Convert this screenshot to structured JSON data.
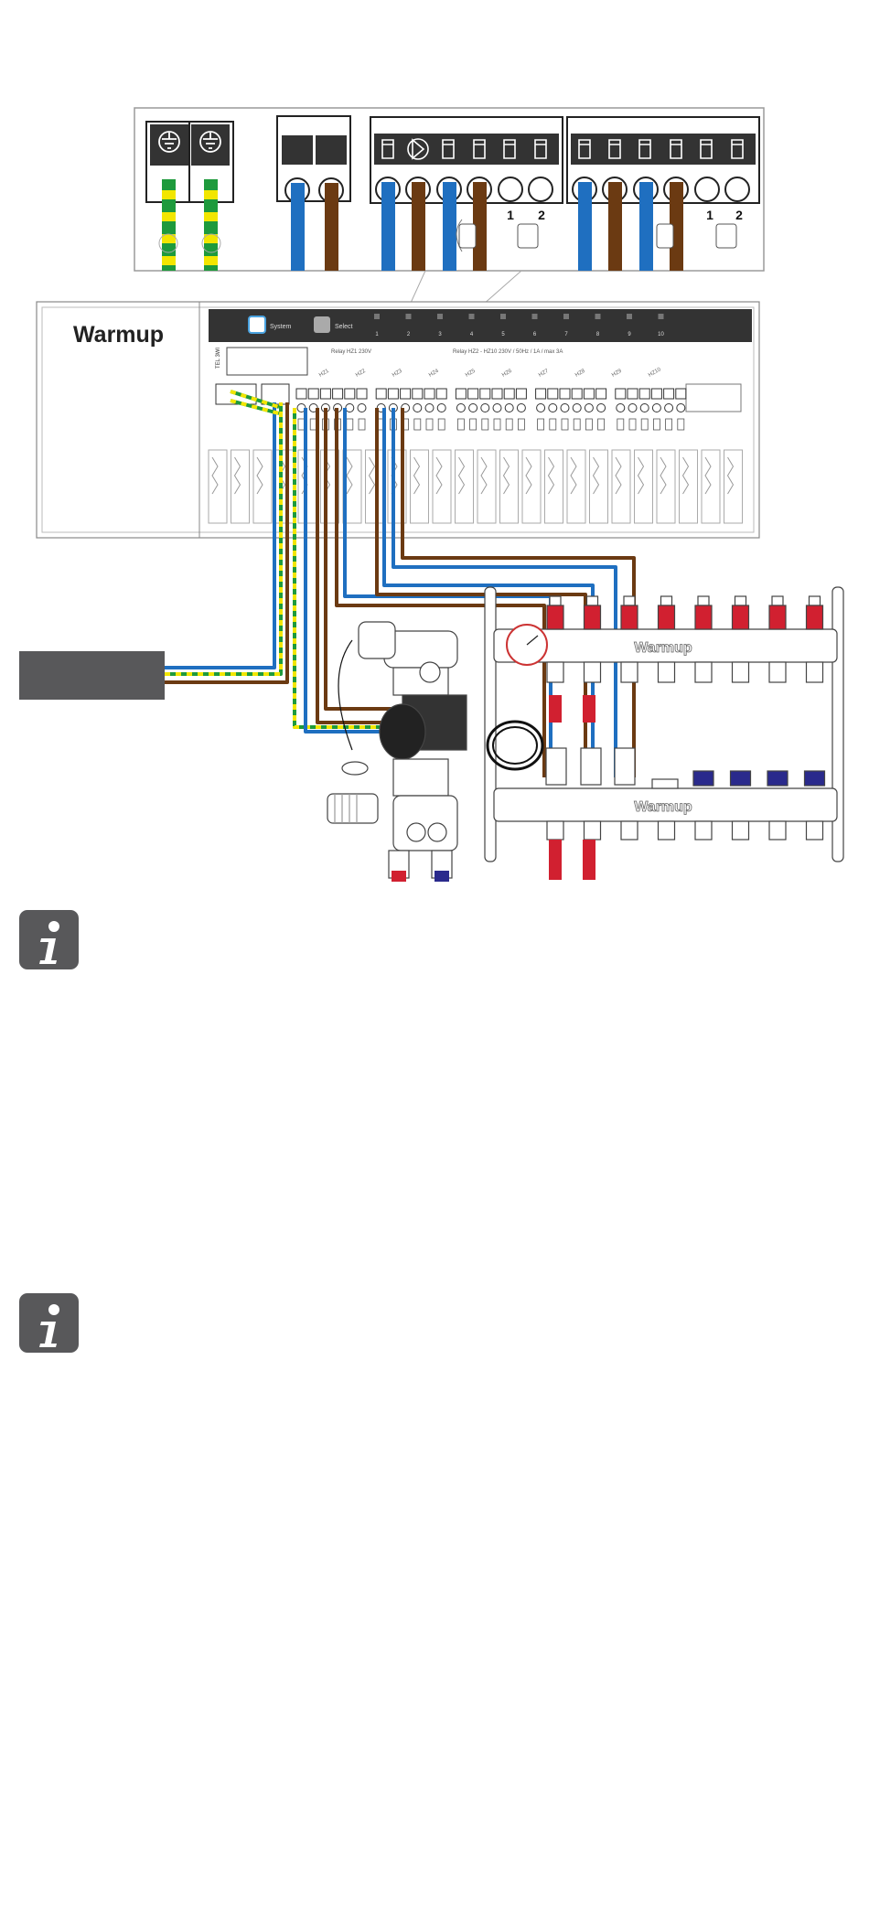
{
  "brand": "Warmup",
  "controller": {
    "buttons": {
      "system": "System",
      "select": "Select"
    },
    "zone_numbers": [
      "1",
      "2",
      "3",
      "4",
      "5",
      "6",
      "7",
      "8",
      "9",
      "10"
    ],
    "relay_hz1": "Relay HZ1 230V",
    "relay_hz2_10": "Relay HZ2 - HZ10  230V / 50Hz / 1A / max 3A",
    "tel_label": "TEL 3Wl",
    "zone_labels": [
      "HZ1",
      "HZ2",
      "HZ3",
      "HZ4",
      "HZ5",
      "HZ6",
      "HZ7",
      "HZ8",
      "HZ9",
      "HZ10"
    ]
  },
  "terminal_detail": {
    "valve_numbers": [
      "1",
      "2",
      "1",
      "2"
    ]
  },
  "manifold": {
    "brand_top": "Warmup",
    "brand_bottom": "Warmup"
  },
  "colors": {
    "earth_green": "#1e9a3c",
    "earth_yellow": "#f2e600",
    "neutral_blue": "#1f6fc0",
    "live_brown": "#6b3a12",
    "dark_grey": "#58585a",
    "red": "#d12030",
    "navy": "#2a2a8c"
  },
  "icons": [
    "earth-icon",
    "pump-icon",
    "valve-actuator-icon",
    "info-icon"
  ]
}
